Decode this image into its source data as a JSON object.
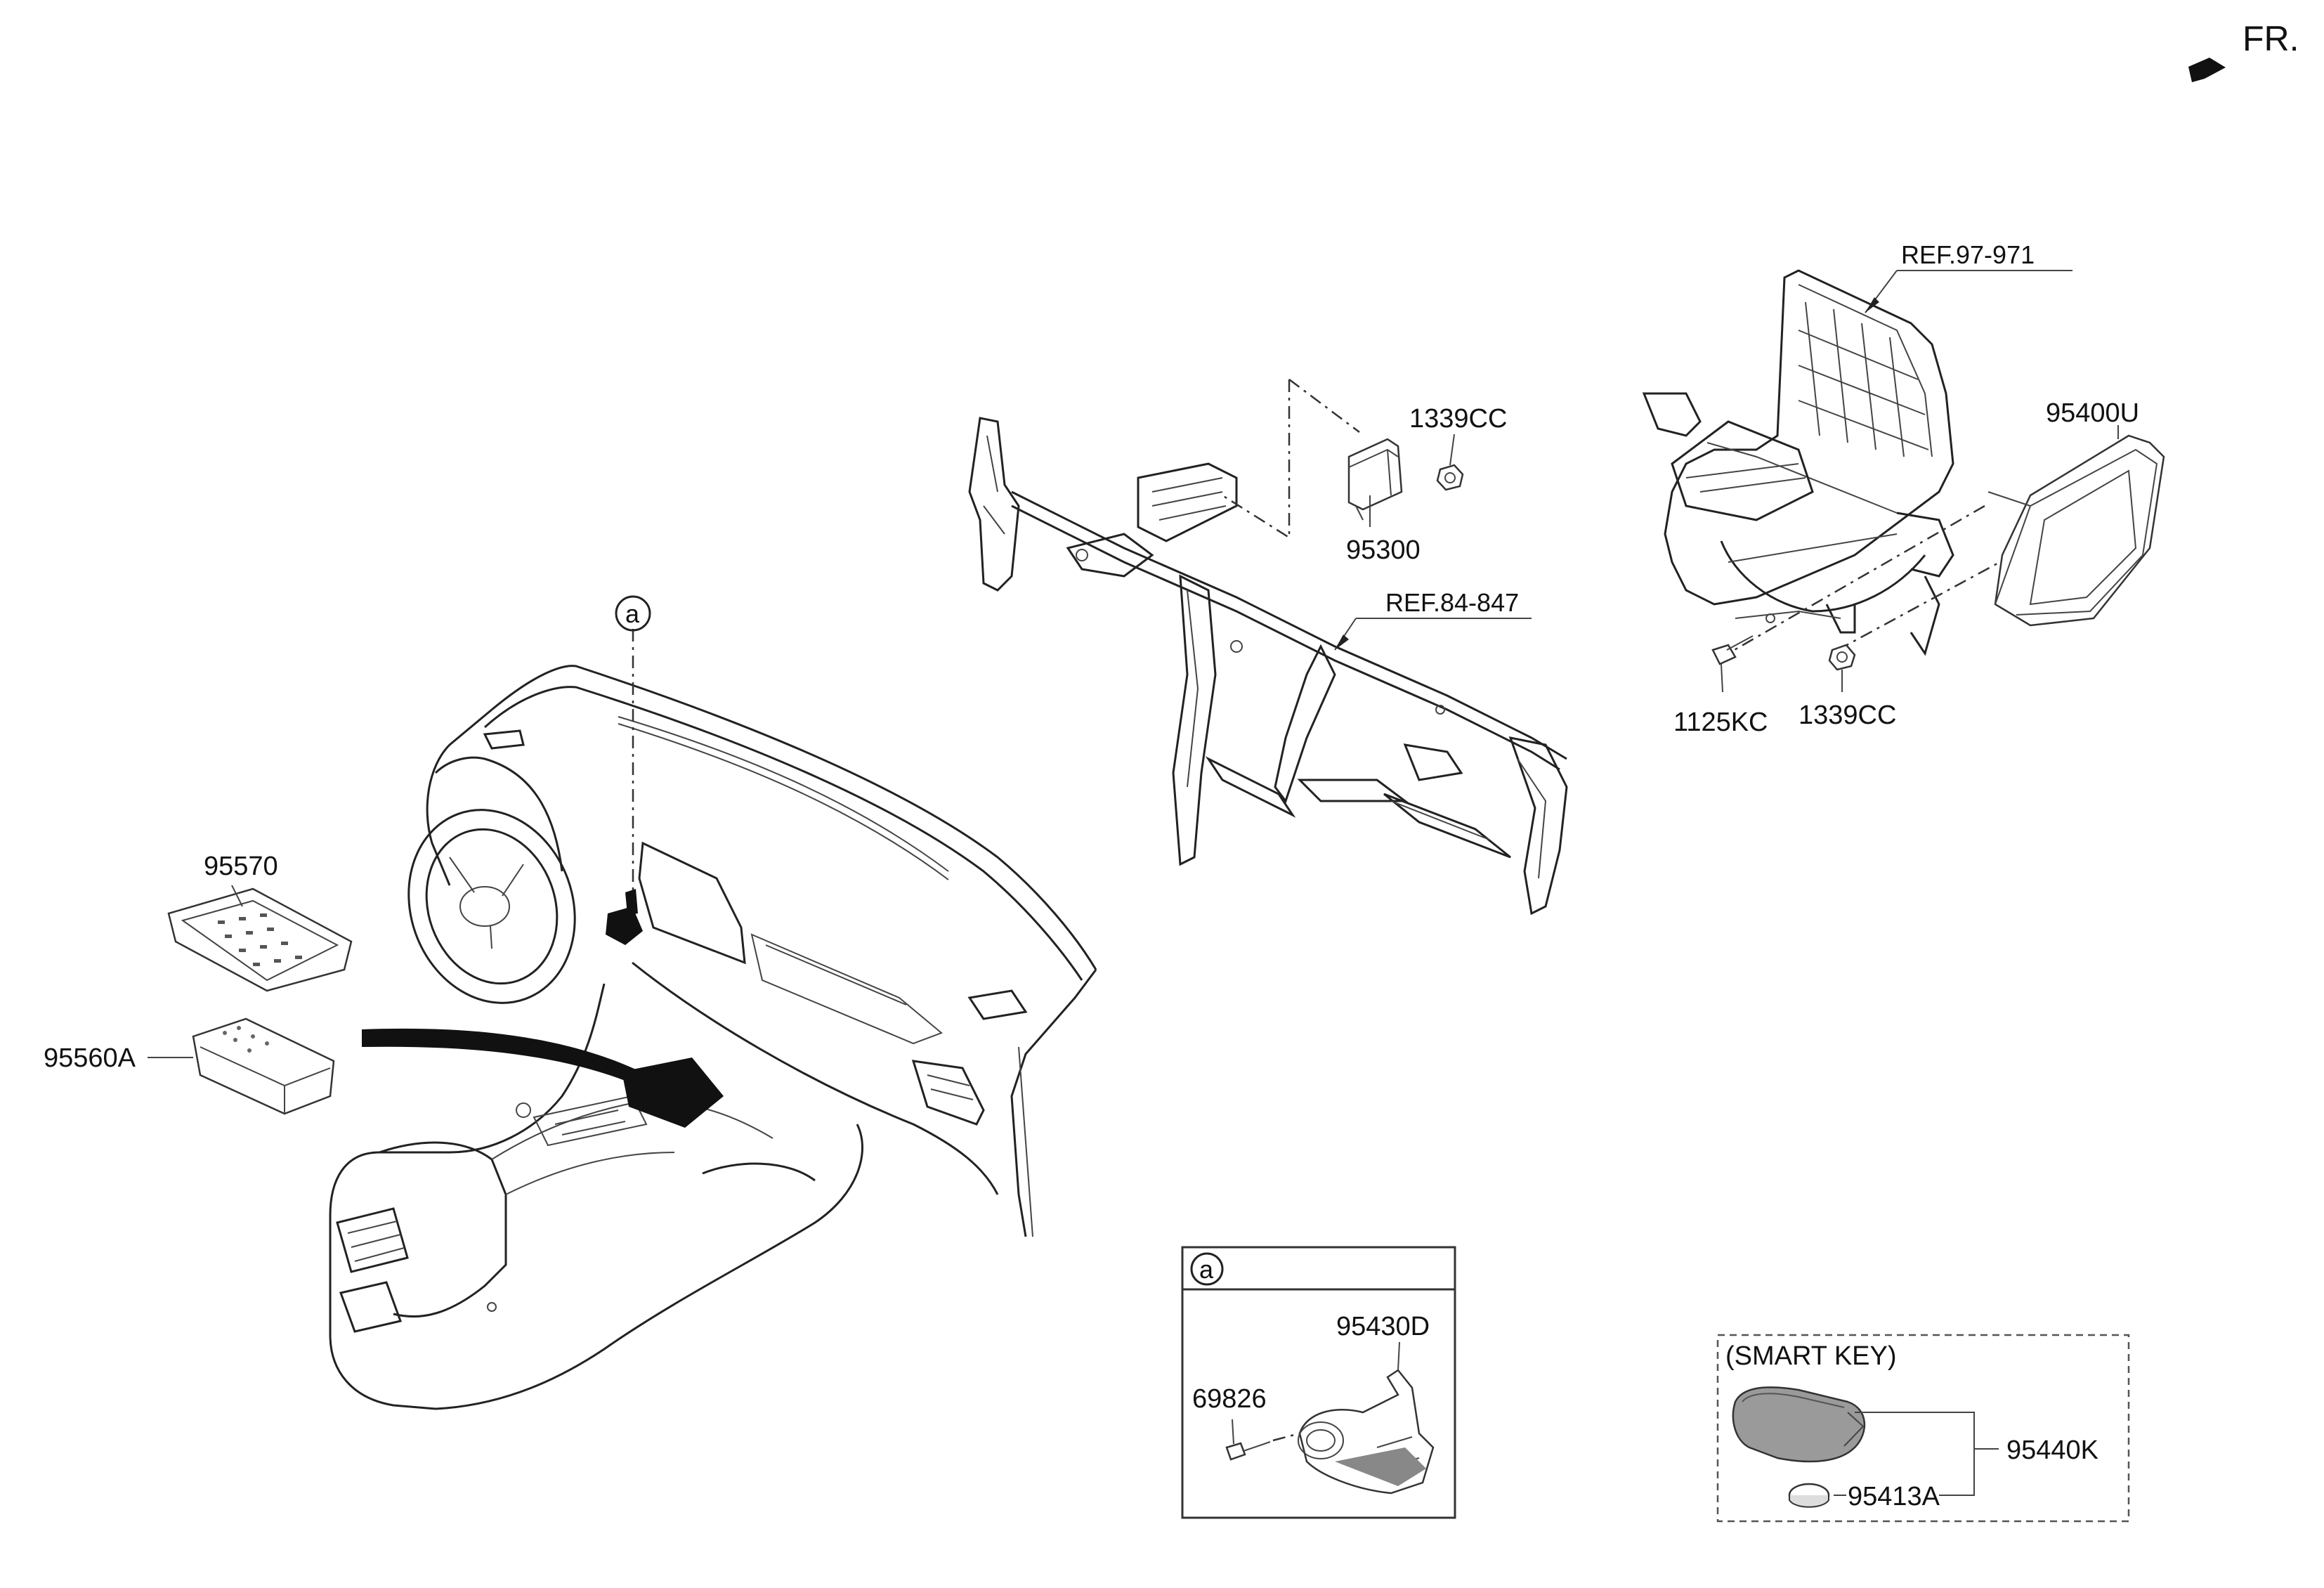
{
  "direction": {
    "label": "FR."
  },
  "labels": {
    "p95570": "95570",
    "p95560A": "95560A",
    "p1339CC_top": "1339CC",
    "p95300": "95300",
    "ref84": "REF.84-847",
    "ref97": "REF.97-971",
    "p95400U": "95400U",
    "p1125KC": "1125KC",
    "p1339CC_bottom": "1339CC",
    "callout_a": "a",
    "detail_a": "a",
    "p95430D": "95430D",
    "p69826": "69826",
    "smart_key_title": "(SMART KEY)",
    "p95440K": "95440K",
    "p95413A": "95413A"
  }
}
